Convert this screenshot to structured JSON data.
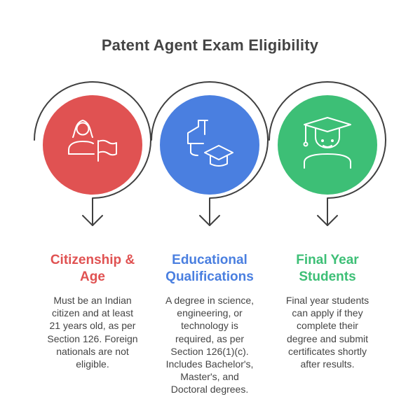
{
  "title": "Patent Agent Exam Eligibility",
  "colors": {
    "red": "#E05252",
    "blue": "#4A7FE0",
    "green": "#3DBF76",
    "outline": "#404040",
    "text": "#444444"
  },
  "items": [
    {
      "icon": "person-with-flag-icon",
      "color": "#E05252",
      "heading_line1": "Citizenship &",
      "heading_line2": "Age",
      "desc": [
        "Must be an Indian",
        "citizen and at least",
        "21 years old, as per",
        "Section 126. Foreign",
        "nationals are not",
        "eligible."
      ]
    },
    {
      "icon": "beaker-and-graduation-cap-icon",
      "color": "#4A7FE0",
      "heading_line1": "Educational",
      "heading_line2": "Qualifications",
      "desc": [
        "A degree in science,",
        "engineering, or",
        "technology is",
        "required, as per",
        "Section 126(1)(c).",
        "Includes Bachelor's,",
        "Master's, and",
        "Doctoral degrees."
      ]
    },
    {
      "icon": "graduate-student-icon",
      "color": "#3DBF76",
      "heading_line1": "Final Year",
      "heading_line2": "Students",
      "desc": [
        "Final year students",
        "can apply if they",
        "complete their",
        "degree and submit",
        "certificates shortly",
        "after results."
      ]
    }
  ]
}
